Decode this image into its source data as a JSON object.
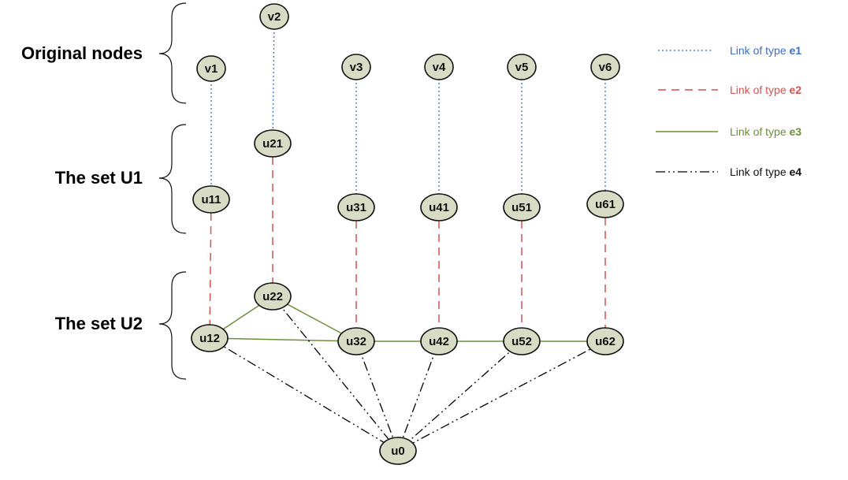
{
  "groups": {
    "original": "Original nodes",
    "u1": "The set U1",
    "u2": "The set U2"
  },
  "nodes": {
    "v1": "v1",
    "v2": "v2",
    "v3": "v3",
    "v4": "v4",
    "v5": "v5",
    "v6": "v6",
    "u11": "u11",
    "u21": "u21",
    "u31": "u31",
    "u41": "u41",
    "u51": "u51",
    "u61": "u61",
    "u12": "u12",
    "u22": "u22",
    "u32": "u32",
    "u42": "u42",
    "u52": "u52",
    "u62": "u62",
    "u0": "u0"
  },
  "edges": [
    {
      "from": "v1",
      "to": "u11",
      "type": "e1"
    },
    {
      "from": "v2",
      "to": "u21",
      "type": "e1"
    },
    {
      "from": "v3",
      "to": "u31",
      "type": "e1"
    },
    {
      "from": "v4",
      "to": "u41",
      "type": "e1"
    },
    {
      "from": "v5",
      "to": "u51",
      "type": "e1"
    },
    {
      "from": "v6",
      "to": "u61",
      "type": "e1"
    },
    {
      "from": "u11",
      "to": "u12",
      "type": "e2"
    },
    {
      "from": "u21",
      "to": "u22",
      "type": "e2"
    },
    {
      "from": "u31",
      "to": "u32",
      "type": "e2"
    },
    {
      "from": "u41",
      "to": "u42",
      "type": "e2"
    },
    {
      "from": "u51",
      "to": "u52",
      "type": "e2"
    },
    {
      "from": "u61",
      "to": "u62",
      "type": "e2"
    },
    {
      "from": "u12",
      "to": "u22",
      "type": "e3"
    },
    {
      "from": "u22",
      "to": "u32",
      "type": "e3"
    },
    {
      "from": "u12",
      "to": "u32",
      "type": "e3"
    },
    {
      "from": "u32",
      "to": "u42",
      "type": "e3"
    },
    {
      "from": "u42",
      "to": "u52",
      "type": "e3"
    },
    {
      "from": "u52",
      "to": "u62",
      "type": "e3"
    },
    {
      "from": "u12",
      "to": "u0",
      "type": "e4"
    },
    {
      "from": "u22",
      "to": "u0",
      "type": "e4"
    },
    {
      "from": "u32",
      "to": "u0",
      "type": "e4"
    },
    {
      "from": "u42",
      "to": "u0",
      "type": "e4"
    },
    {
      "from": "u52",
      "to": "u0",
      "type": "e4"
    },
    {
      "from": "u62",
      "to": "u0",
      "type": "e4"
    }
  ],
  "legend": [
    {
      "type": "e1",
      "prefix": "Link of type ",
      "key": "e1",
      "color": "#3b6fc4"
    },
    {
      "type": "e2",
      "prefix": "Link of type ",
      "key": "e2",
      "color": "#d4544f"
    },
    {
      "type": "e3",
      "prefix": "Link of type ",
      "key": "e3",
      "color": "#6e8f3a"
    },
    {
      "type": "e4",
      "prefix": "Link of type ",
      "key": "e4",
      "color": "#000000"
    }
  ],
  "colors": {
    "node_fill": "#d9dcc4",
    "node_stroke": "#111111"
  }
}
